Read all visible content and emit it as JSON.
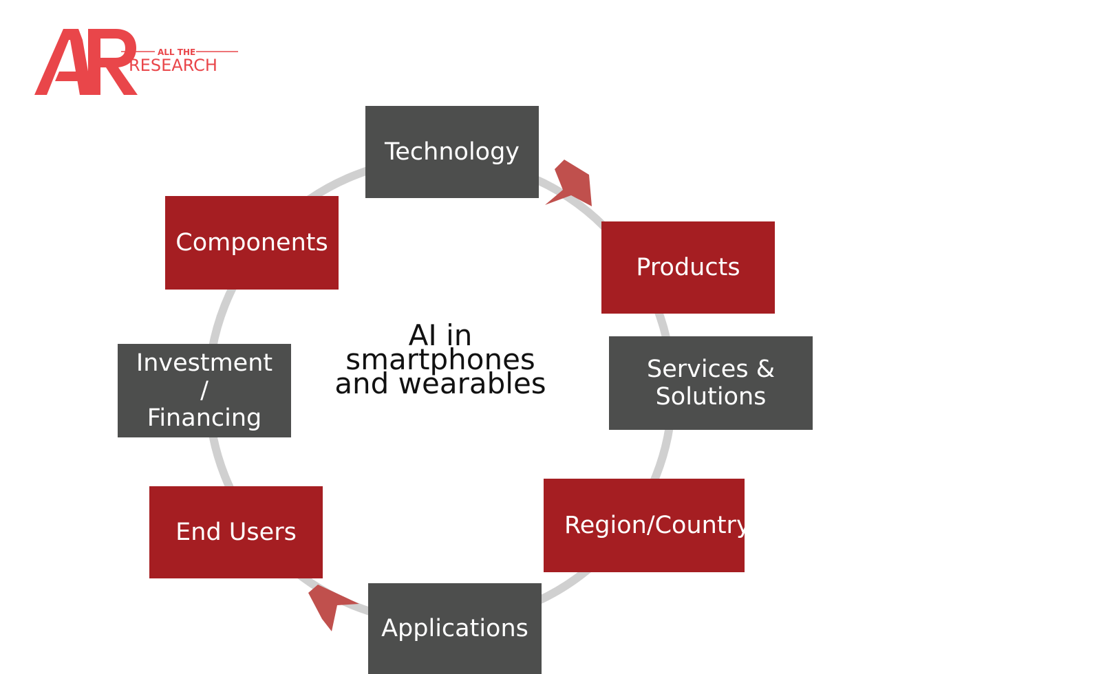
{
  "logo": {
    "mark": "AR",
    "small_text": "ALL THE",
    "large_text": "RESEARCH",
    "color": "#e9464a"
  },
  "center_title": "AI in\nsmartphones\nand wearables",
  "segments": {
    "technology": "Technology",
    "products": "Products",
    "services": "Services &\nSolutions",
    "region": "Region/Country",
    "applications": "Applications",
    "end_users": "End Users",
    "investment": "Investment\n/\nFinancing",
    "components": "Components"
  },
  "colors": {
    "red": "#a51e22",
    "grey": "#4d4e4d",
    "ring": "#d0d0d0",
    "arrow": "#c0504d"
  }
}
